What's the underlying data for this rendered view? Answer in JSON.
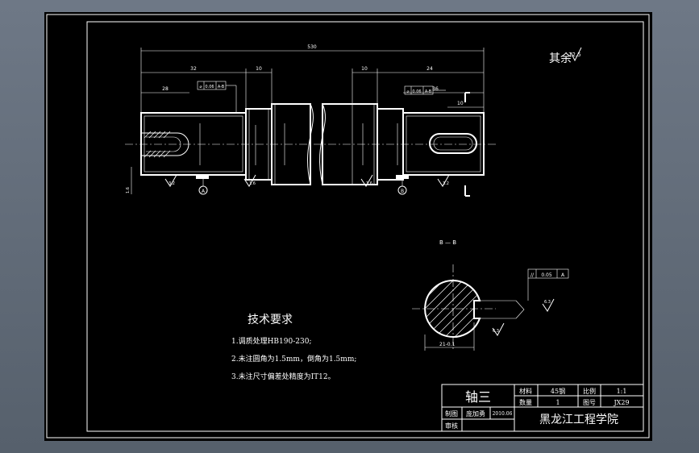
{
  "drawing": {
    "surface_finish_note": "其余",
    "roughness_default": "12.5",
    "dims": {
      "overall_length": "530",
      "left_step_length": "32",
      "left_keyway_length": "28",
      "left_shoulder_length": "10",
      "right_shoulder_length": "10",
      "right_step_length": "24",
      "right_keyway_length": "36",
      "small_dim": "10",
      "left_edge_label": "1.6"
    },
    "tolerance_frames": {
      "left": [
        "⌀",
        "0.06",
        "A-B"
      ],
      "right": [
        "⌀",
        "0.06",
        "A-B"
      ],
      "section": [
        "//",
        "0.05",
        "A"
      ]
    },
    "datum_labels": {
      "a": "A",
      "b": "B"
    },
    "roughness_marks": {
      "r1": "3.2",
      "r2": "1.6",
      "r3": "1.6",
      "r4": "3.2",
      "r5": "6.3",
      "r6": "3.2"
    },
    "section": {
      "label": "B — B",
      "width_dim": "21-0.1",
      "right_label": "6.3",
      "bottom_label": "6.3"
    },
    "tech_req": {
      "title": "技术要求",
      "items": [
        "1.调质处理HB190-230;",
        "2.未注圆角为1.5mm，倒角为1.5mm;",
        "3.未注尺寸偏差处精度为IT12。"
      ]
    },
    "title_block": {
      "part_name": "轴三",
      "material_label": "材料",
      "material_value": "45钢",
      "scale_label": "比例",
      "scale_value": "1:1",
      "quantity_label": "数量",
      "quantity_value": "1",
      "drawing_no_label": "图号",
      "drawing_no_value": "JX29",
      "drawn_label": "制图",
      "drawn_name": "庞加勇",
      "date": "2010.06",
      "checked_label": "审核",
      "school": "黑龙江工程学院"
    }
  }
}
